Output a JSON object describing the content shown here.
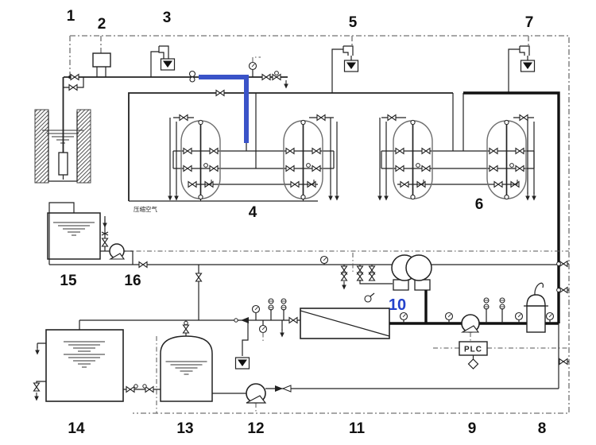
{
  "labels": {
    "n1": "1",
    "n2": "2",
    "n3": "3",
    "n4": "4",
    "n5": "5",
    "n6": "6",
    "n7": "7",
    "n8": "8",
    "n9": "9",
    "n10": "10",
    "n11": "11",
    "n12": "12",
    "n13": "13",
    "n14": "14",
    "n15": "15",
    "n16": "16"
  },
  "annotations": {
    "plc": "PLC",
    "air_line": "压缩空气"
  },
  "colors": {
    "highlight_blue": "#3a53c8",
    "label_blue": "#2342cb",
    "line_dark": "#222222",
    "border_gray": "#8a8a8a",
    "background": "#ffffff"
  },
  "symbols": {
    "valve": "bowtie-valve",
    "gauge": "pressure-gauge-dial",
    "funnel": "drain-funnel",
    "arrow": "flow-arrow",
    "water_level": "tank-water-level"
  }
}
